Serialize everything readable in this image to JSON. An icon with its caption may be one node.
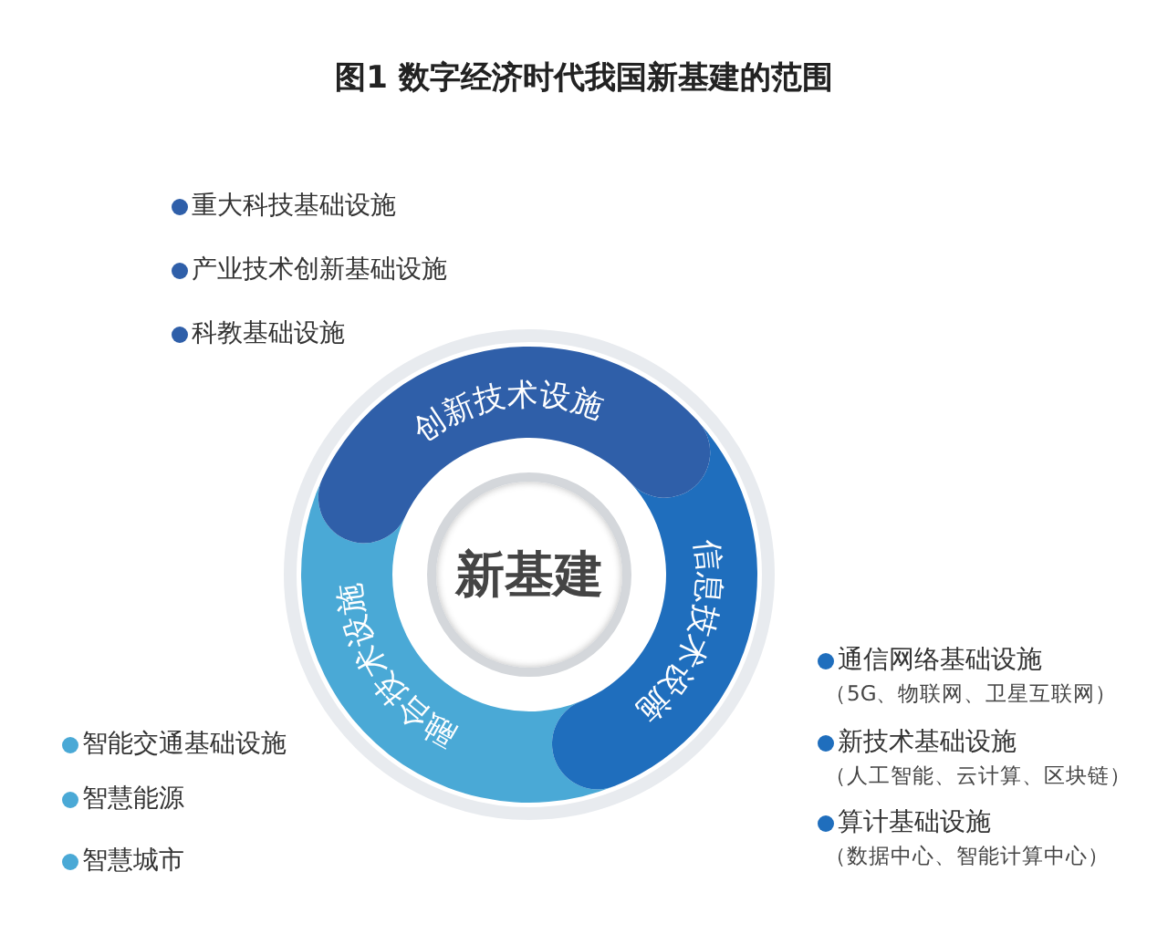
{
  "diagram": {
    "title": "图1 数字经济时代我国新基建的范围",
    "nodes": [
      {
        "text": [
          "新基建"
        ]
      },
      {
        "text": [
          "创新技术设施"
        ]
      },
      {
        "text": [
          "信息技术设施"
        ]
      },
      {
        "text": [
          "融合技术设施"
        ]
      }
    ],
    "labels": [
      "重大科技基础设施",
      "产业技术创新基础设施",
      "科教基础设施",
      "通信网络基础设施",
      "（5G、物联网、卫星互联网）",
      "新技术基础设施",
      "（人工智能、云计算、区块链）",
      "算计基础设施",
      "（数据中心、智能计算中心）",
      "智能交通基础设施",
      "智慧能源",
      "智慧城市"
    ]
  }
}
